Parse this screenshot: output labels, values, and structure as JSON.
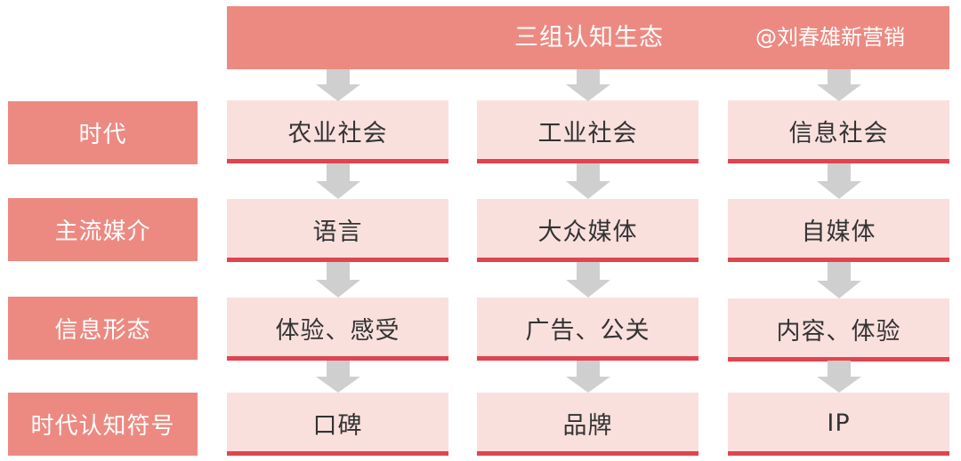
{
  "header": {
    "title": "三组认知生态",
    "credit": "@刘春雄新营销"
  },
  "colors": {
    "header_bg": "#EC8A82",
    "label_bg": "#EC8A82",
    "cell_bg": "#FAE0DD",
    "cell_underline": "#E0454F",
    "arrow": "#CFCFCF",
    "label_text": "#FFFFFF",
    "cell_text": "#333333"
  },
  "rows": [
    {
      "label": "时代",
      "cells": [
        "农业社会",
        "工业社会",
        "信息社会"
      ]
    },
    {
      "label": "主流媒介",
      "cells": [
        "语言",
        "大众媒体",
        "自媒体"
      ]
    },
    {
      "label": "信息形态",
      "cells": [
        "体验、感受",
        "广告、公关",
        "内容、体验"
      ]
    },
    {
      "label": "时代认知符号",
      "cells": [
        "口碑",
        "品牌",
        "IP"
      ]
    }
  ],
  "columns": [
    "农业社会",
    "工业社会",
    "信息社会"
  ],
  "arrow_icon": "down-arrow-icon"
}
